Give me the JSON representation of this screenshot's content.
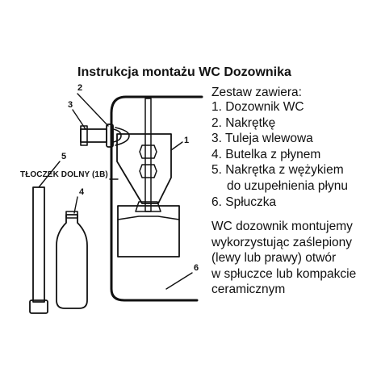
{
  "title": "Instrukcja montażu WC Dozownika",
  "kit": {
    "heading": "Zestaw zawiera:",
    "items": [
      "1. Dozownik WC",
      "2. Nakrętkę",
      "3. Tuleja wlewowa",
      "4. Butelka z płynem",
      "5. Nakrętka z wężykiem",
      "do uzupełnienia płynu",
      "6. Spłuczka"
    ]
  },
  "note": {
    "lines": [
      "WC dozownik montujemy",
      "wykorzystując zaślepiony",
      "(lewy lub prawy) otwór",
      "w spłuczce lub kompakcie",
      "ceramicznym"
    ]
  },
  "callouts": {
    "c1": "1",
    "c2": "2",
    "c3": "3",
    "c4": "4",
    "c5": "5",
    "c6": "6"
  },
  "plunger_label": "TŁOCZEK DOLNY (1B)",
  "colors": {
    "line": "#111111",
    "background": "#ffffff"
  }
}
